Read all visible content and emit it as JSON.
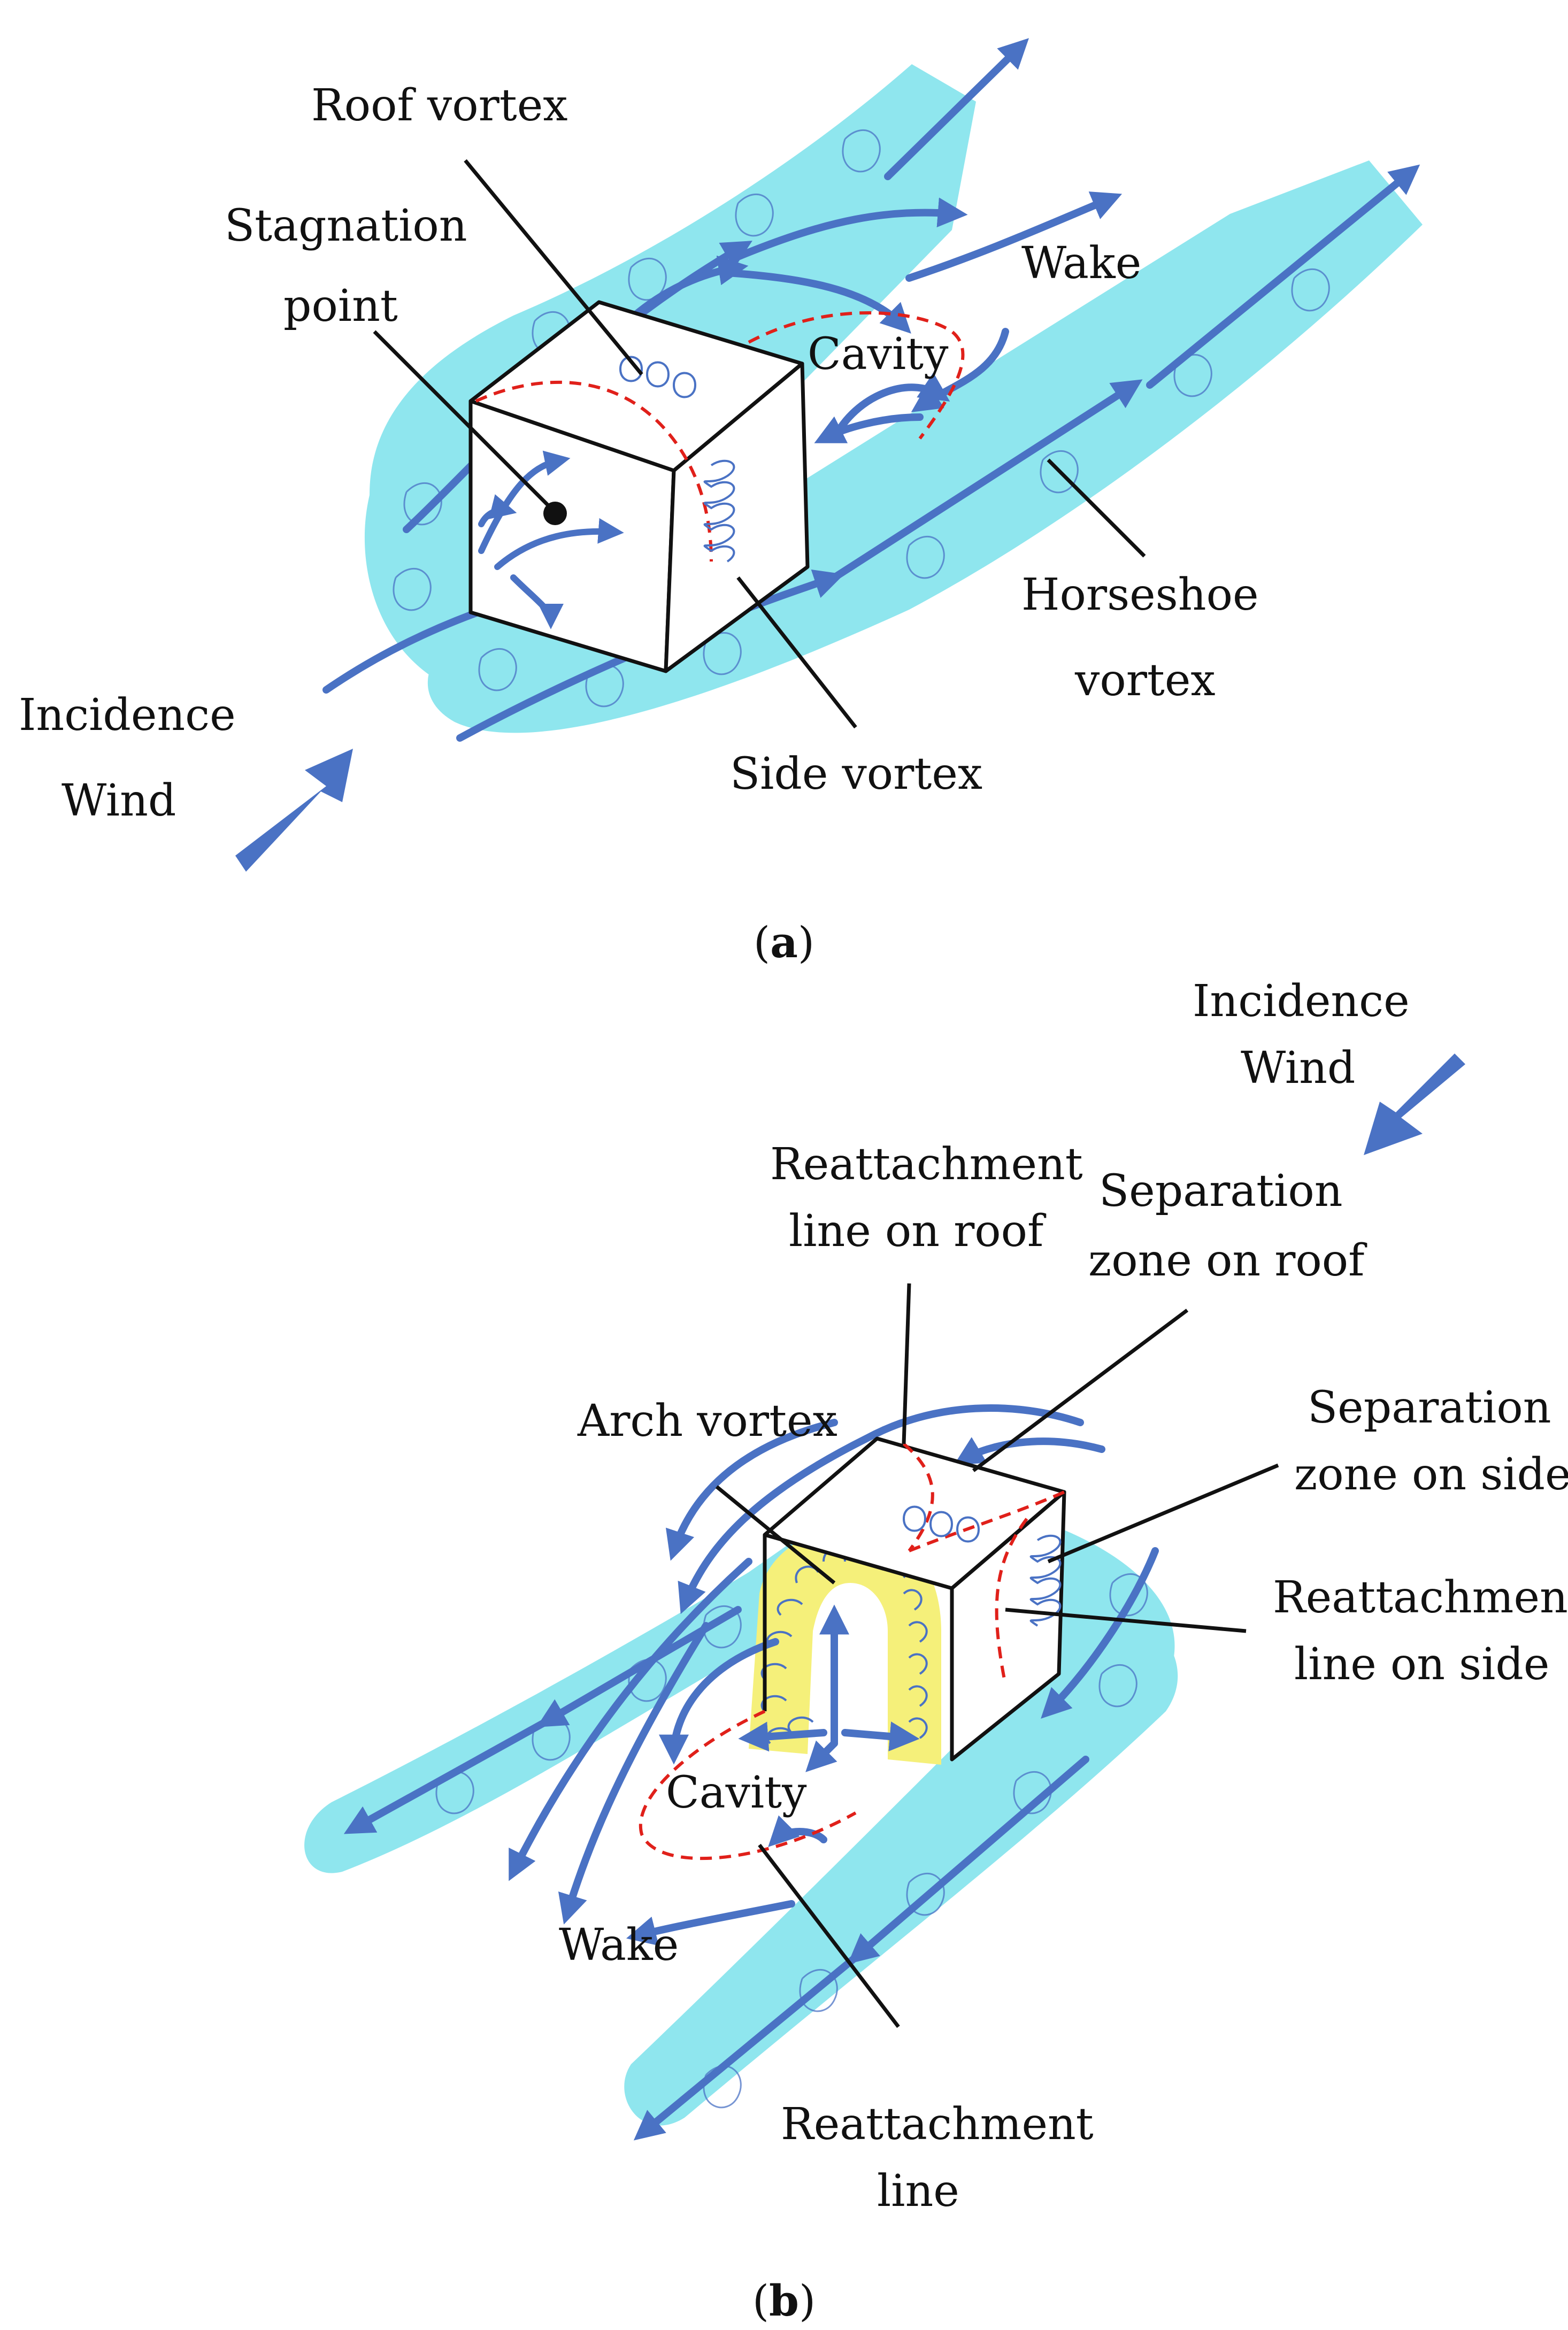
{
  "panel_a": {
    "caption": "a",
    "labels": {
      "roof_vortex": "Roof vortex",
      "stagnation_line1": "Stagnation",
      "stagnation_line2": "point",
      "wake": "Wake",
      "cavity": "Cavity",
      "horseshoe_line1": "Horseshoe",
      "horseshoe_line2": "vortex",
      "side_vortex": "Side vortex",
      "incidence_line1": "Incidence",
      "incidence_line2": "Wind"
    }
  },
  "panel_b": {
    "caption": "b",
    "labels": {
      "incidence_line1": "Incidence",
      "incidence_line2": "Wind",
      "reattach_roof_line1": "Reattachment",
      "reattach_roof_line2": "line on roof",
      "sep_roof_line1": "Separation",
      "sep_roof_line2": "zone on roof",
      "arch_vortex": "Arch vortex",
      "sep_side_line1": "Separation",
      "sep_side_line2": "zone on side",
      "reattach_side_line1": "Reattachment",
      "reattach_side_line2": "line on side",
      "cavity": "Cavity",
      "wake": "Wake",
      "reattach_line1": "Reattachment",
      "reattach_line2": "line"
    }
  },
  "colors": {
    "flow_arrow": "#4a72c4",
    "vortex_tube": "#8fe6ee",
    "arch_vortex_fill": "#f5f07a",
    "separation_dashed": "#e0201a",
    "box_edge": "#111111"
  }
}
